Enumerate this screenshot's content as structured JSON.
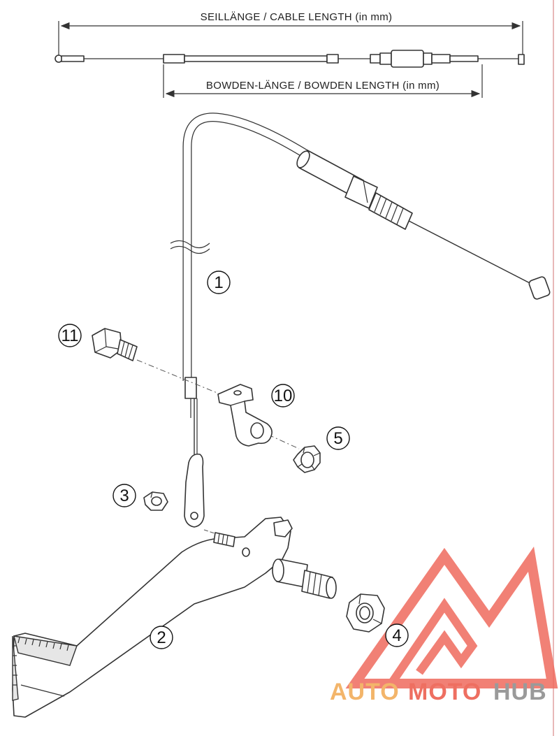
{
  "dimensions": {
    "cable_length_label": "SEILLÄNGE / CABLE LENGTH (in mm)",
    "bowden_length_label": "BOWDEN-LÄNGE / BOWDEN LENGTH (in mm)"
  },
  "callouts": [
    {
      "id": "1"
    },
    {
      "id": "2"
    },
    {
      "id": "3"
    },
    {
      "id": "4"
    },
    {
      "id": "5"
    },
    {
      "id": "10"
    },
    {
      "id": "11"
    }
  ],
  "watermark": {
    "part1": "AUTO",
    "part2": "MOTO",
    "part3": "HUB",
    "colors": {
      "auto": "#f3b56a",
      "moto": "#ee6f61",
      "hub": "#9a9a9a",
      "logo": "#ef6b5e"
    }
  }
}
